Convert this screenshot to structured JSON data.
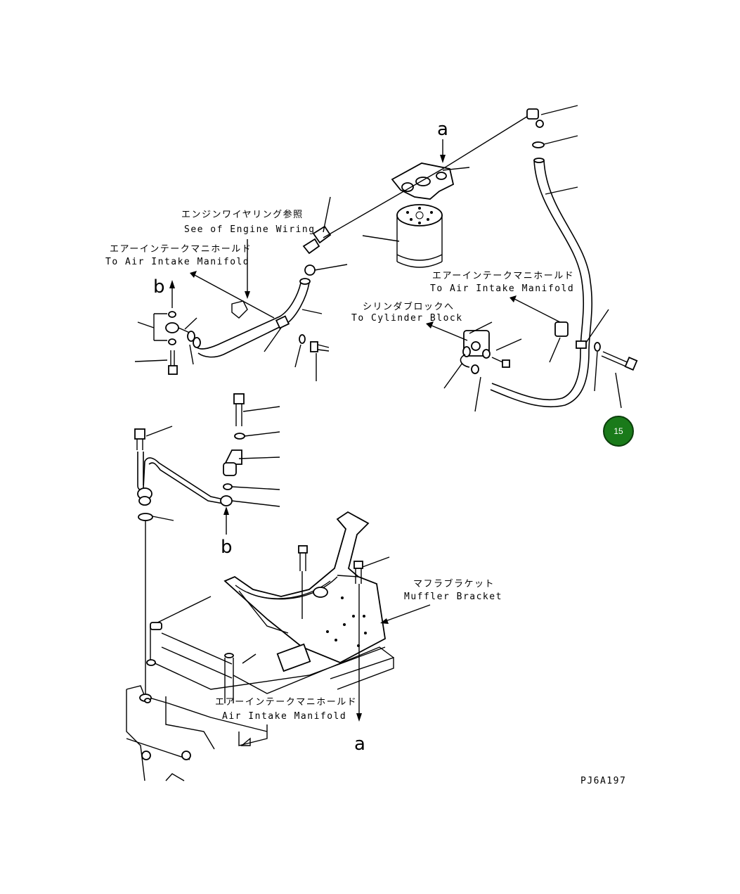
{
  "labels": {
    "engine_wiring_jp": "エンジンワイヤリング参照",
    "engine_wiring_en": "See of Engine Wiring",
    "air_intake_left_jp": "エアーインテークマニホールド",
    "air_intake_left_en": "To Air Intake Manifold",
    "air_intake_right_jp": "エアーインテークマニホールド",
    "air_intake_right_en": "To Air Intake Manifold",
    "cylinder_block_jp": "シリンダブロックへ",
    "cylinder_block_en": "To Cylinder Block",
    "muffler_bracket_jp": "マフラブラケット",
    "muffler_bracket_en": "Muffler Bracket",
    "air_intake_bottom_jp": "エアーインテークマニホールド",
    "air_intake_bottom_en": "Air Intake Manifold"
  },
  "refs": {
    "a_top": "a",
    "a_bottom": "a",
    "b_top": "b",
    "b_bottom": "b"
  },
  "hotspot": {
    "number": "15",
    "color": "#1a7a1a"
  },
  "drawing_code": "PJ6A197"
}
